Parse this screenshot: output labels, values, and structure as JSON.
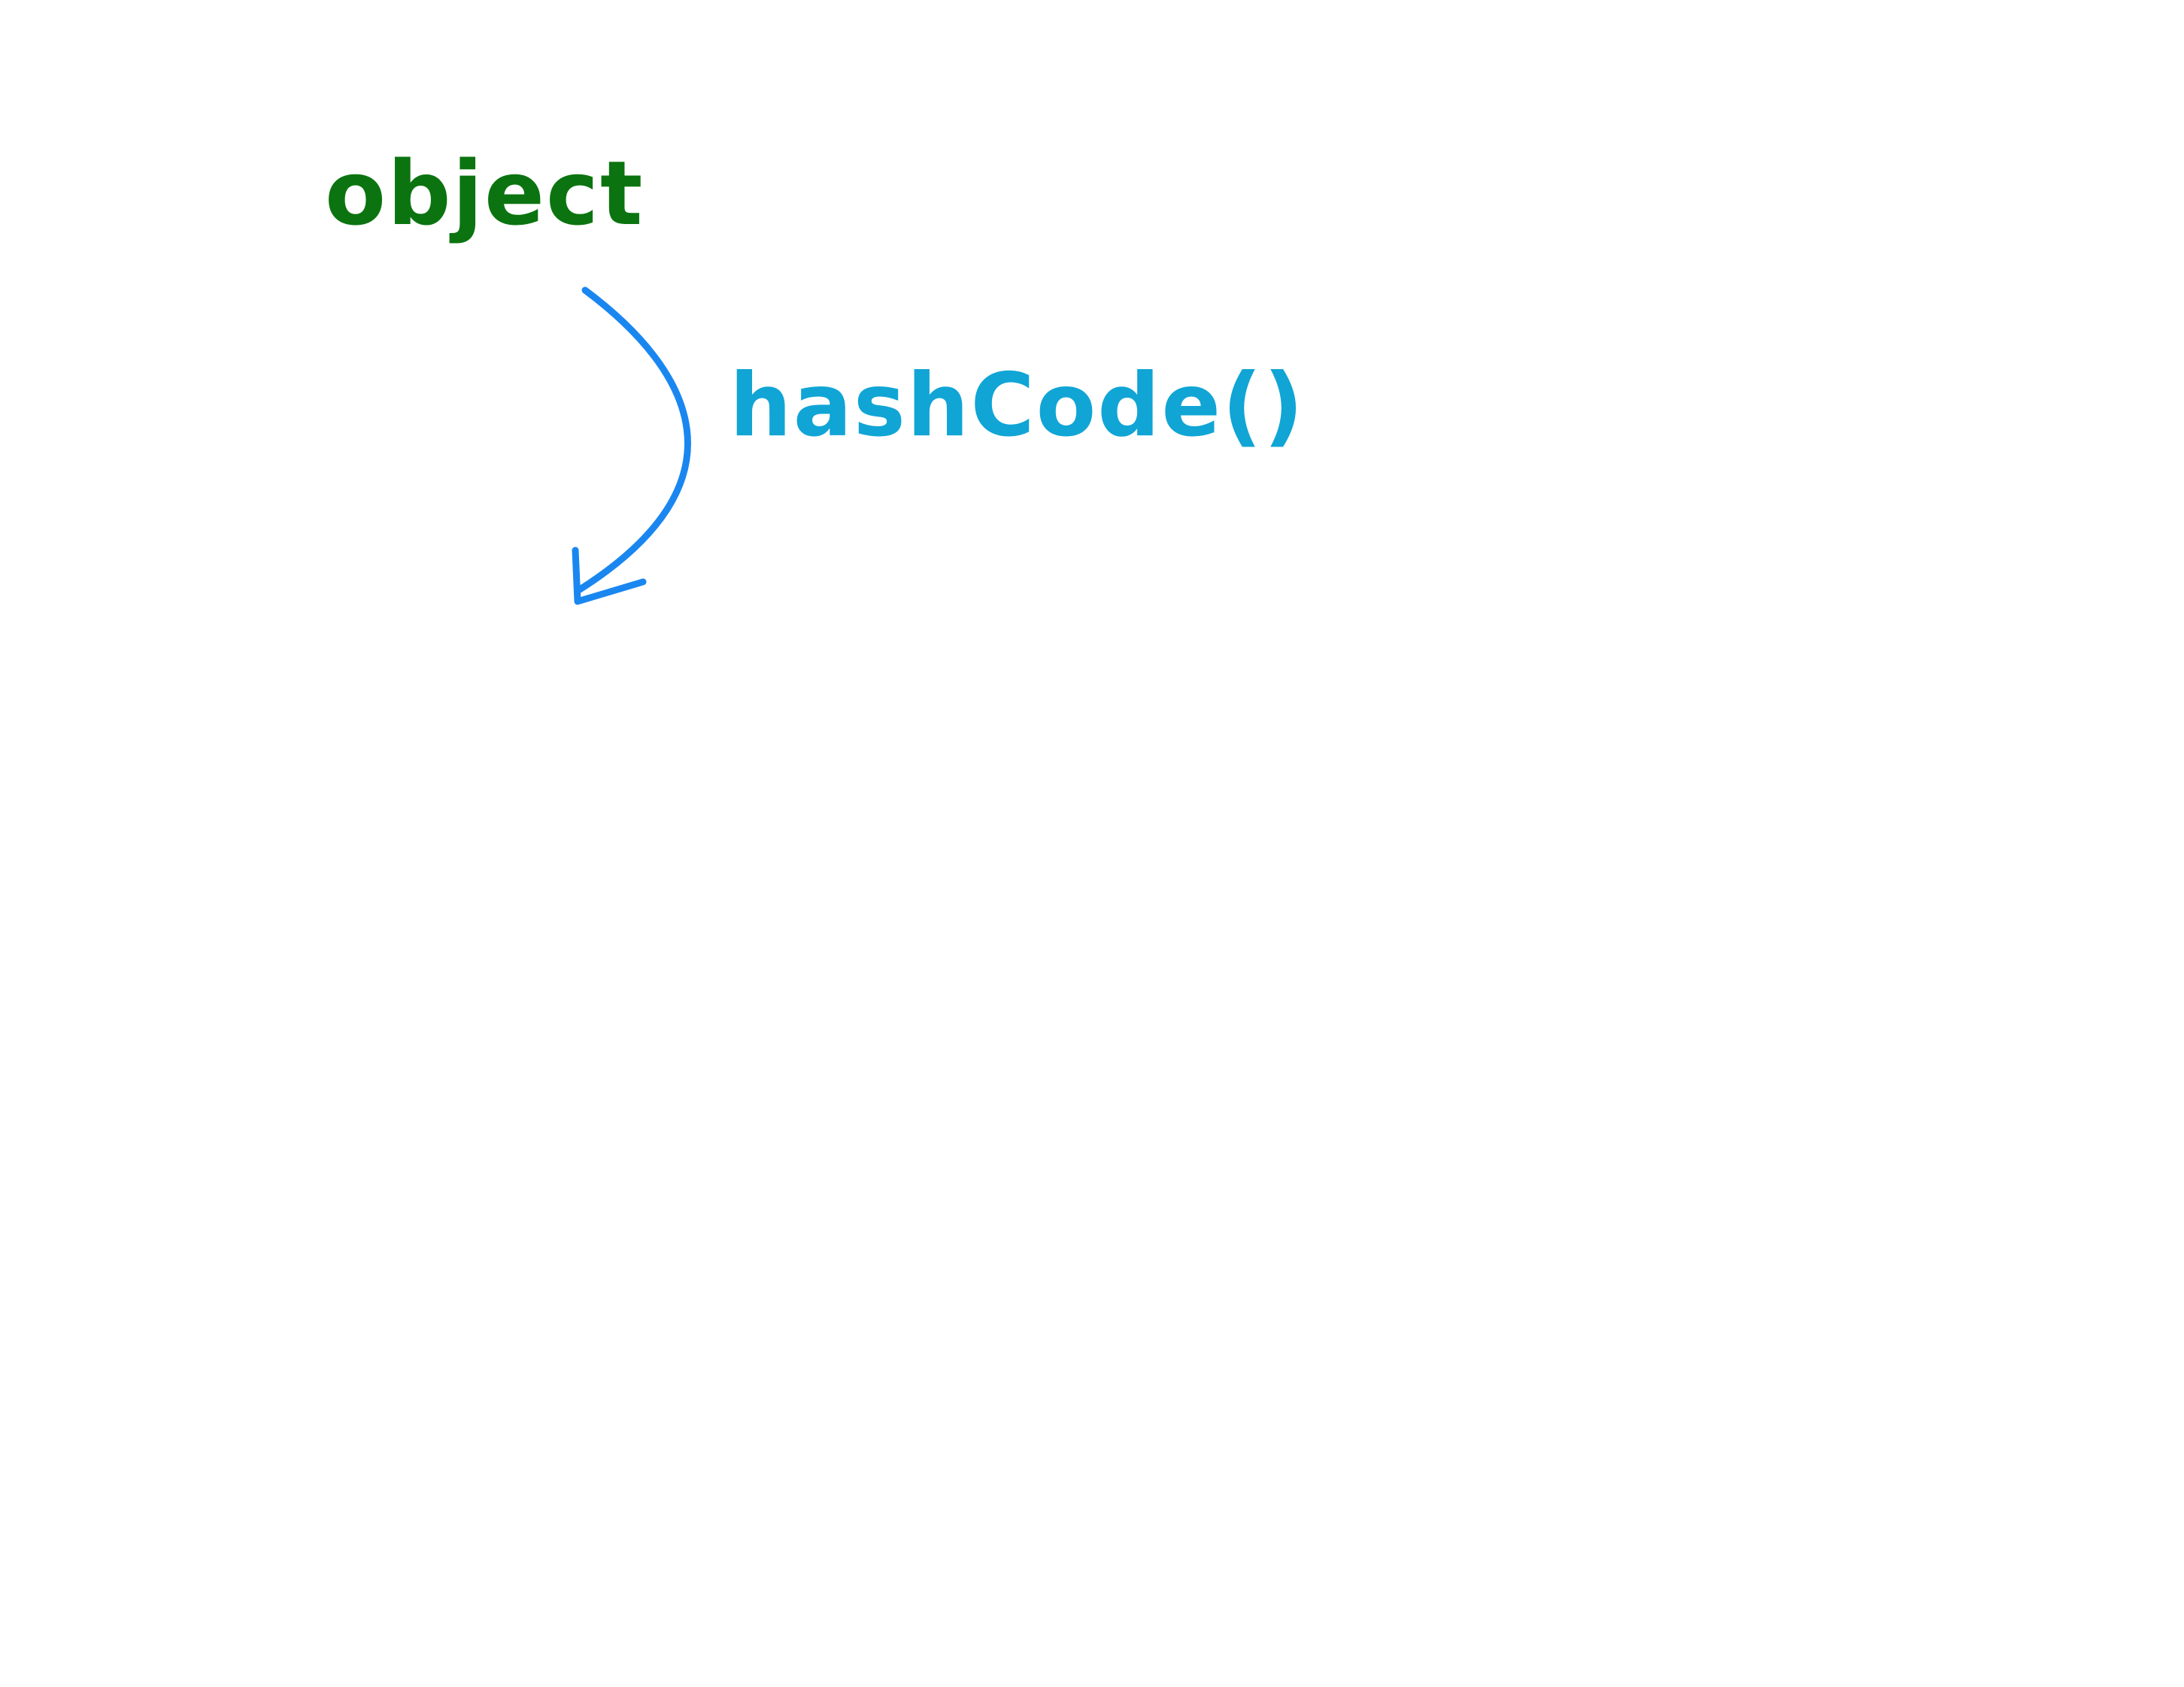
{
  "diagram": {
    "nodes": [
      {
        "id": "object",
        "label": "object",
        "color": "#0b7410"
      }
    ],
    "edges": [
      {
        "from": "object",
        "to": "",
        "label": "hashCode()",
        "label_color": "#10a5d5",
        "arrow_color": "#1a87f0"
      }
    ]
  },
  "colors": {
    "background": "#ffffff",
    "node_text": "#0b7410",
    "edge_label": "#10a5d5",
    "arrow": "#1a87f0"
  }
}
